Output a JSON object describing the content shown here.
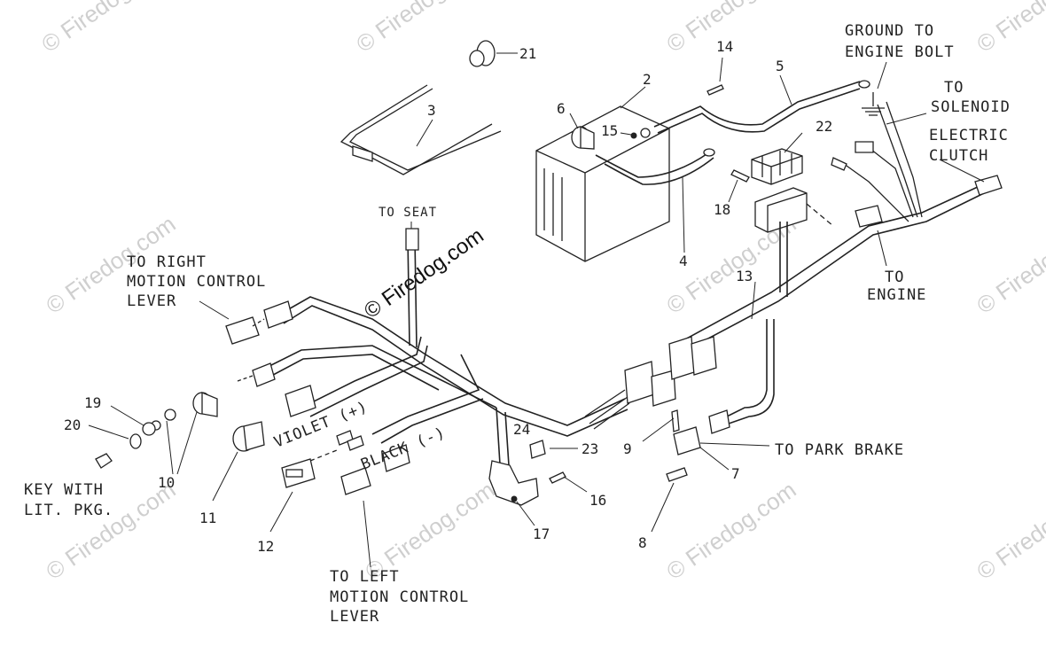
{
  "labels": {
    "ground_to_engine_bolt": [
      "GROUND TO",
      "ENGINE BOLT"
    ],
    "to_solenoid": [
      "TO",
      "SOLENOID"
    ],
    "electric_clutch": [
      "ELECTRIC",
      "CLUTCH"
    ],
    "to_engine": [
      "TO",
      "ENGINE"
    ],
    "to_seat": "TO SEAT",
    "to_right_motion_control_lever": [
      "TO RIGHT",
      "MOTION CONTROL",
      "LEVER"
    ],
    "violet": "VIOLET (+)",
    "black": "BLACK (-)",
    "to_park_brake": "TO PARK BRAKE",
    "key_with_lit_pkg": [
      "KEY WITH",
      "LIT. PKG."
    ],
    "to_left_motion_control_lever": [
      "TO LEFT",
      "MOTION CONTROL",
      "LEVER"
    ]
  },
  "part_numbers": {
    "p2": "2",
    "p3": "3",
    "p4": "4",
    "p5": "5",
    "p6": "6",
    "p7": "7",
    "p8": "8",
    "p9": "9",
    "p10": "10",
    "p11": "11",
    "p12": "12",
    "p13": "13",
    "p14": "14",
    "p15": "15",
    "p16": "16",
    "p17": "17",
    "p18": "18",
    "p19": "19",
    "p20": "20",
    "p21": "21",
    "p22": "22",
    "p23": "23",
    "p24": "24"
  },
  "watermarks": {
    "small": "© Firedog.com",
    "main": "© Firedog.com"
  }
}
